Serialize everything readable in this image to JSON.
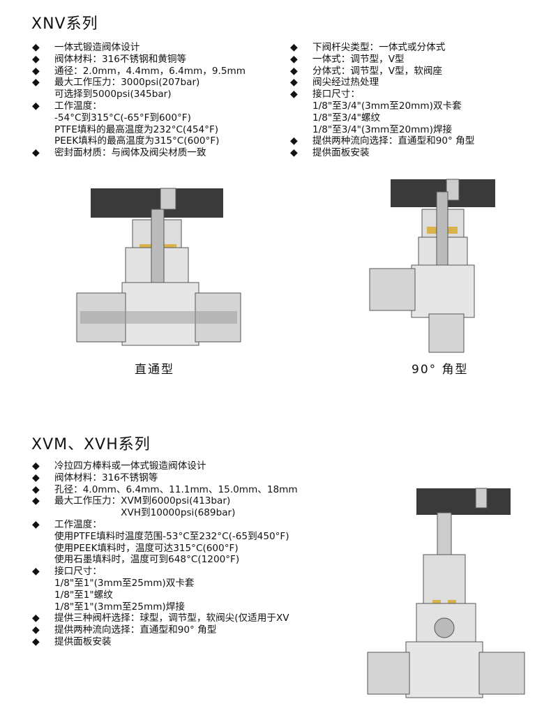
{
  "xnv": {
    "title": "XNV系列",
    "left": [
      {
        "b": true,
        "t": "一体式锻造阀体设计"
      },
      {
        "b": true,
        "t": "阀体材料：316不锈钢和黄铜等"
      },
      {
        "b": true,
        "t": "通径：2.0mm，4.4mm，6.4mm，9.5mm"
      },
      {
        "b": true,
        "t": "最大工作压力：3000psi(207bar)"
      },
      {
        "b": false,
        "t": "可选择到5000psi(345bar)"
      },
      {
        "b": true,
        "t": "工作温度："
      },
      {
        "b": false,
        "t": "-54°C到315°C(-65°F到600°F)"
      },
      {
        "b": false,
        "t": "PTFE填料的最高温度为232°C(454°F)"
      },
      {
        "b": false,
        "t": "PEEK填料的最高温度为315°C(600°F)"
      },
      {
        "b": true,
        "t": "密封面材质：与阀体及阀尖材质一致"
      }
    ],
    "right": [
      {
        "b": true,
        "t": "下阀杆尖类型：一体式或分体式"
      },
      {
        "b": true,
        "t": "一体式：调节型，V型"
      },
      {
        "b": true,
        "t": "分体式：调节型，V型，软阀座"
      },
      {
        "b": true,
        "t": "阀尖经过热处理"
      },
      {
        "b": true,
        "t": "接口尺寸："
      },
      {
        "b": false,
        "t": "1/8\"至3/4\"(3mm至20mm)双卡套"
      },
      {
        "b": false,
        "t": "1/8\"至3/4\"螺纹"
      },
      {
        "b": false,
        "t": "1/8\"至3/4\"(3mm至20mm)焊接"
      },
      {
        "b": true,
        "t": "提供两种流向选择：直通型和90° 角型"
      },
      {
        "b": true,
        "t": "提供面板安装"
      }
    ],
    "caption_straight": "直通型",
    "caption_angle": "90° 角型"
  },
  "xvm": {
    "title": "XVM、XVH系列",
    "items": [
      {
        "b": true,
        "t": "冷拉四方棒料或一体式锻造阀体设计"
      },
      {
        "b": true,
        "t": "阀体材料：316不锈钢等"
      },
      {
        "b": true,
        "t": "孔径：4.0mm、6.4mm、11.1mm、15.0mm、18mm"
      },
      {
        "b": true,
        "t": "最大工作压力：XVM到6000psi(413bar)"
      },
      {
        "b": false,
        "t": "　　　　　　　XVH到10000psi(689bar)"
      },
      {
        "b": true,
        "t": "工作温度："
      },
      {
        "b": false,
        "t": "使用PTFE填料时温度范围-53°C至232°C(-65到450°F)"
      },
      {
        "b": false,
        "t": "使用PEEK填料时，温度可达315°C(600°F)"
      },
      {
        "b": false,
        "t": "使用石墨填料时，温度可到648°C(1200°F)"
      },
      {
        "b": true,
        "t": "接口尺寸："
      },
      {
        "b": false,
        "t": " 1/8\"至1\"(3mm至25mm)双卡套"
      },
      {
        "b": false,
        "t": " 1/8\"至1\"螺纹"
      },
      {
        "b": false,
        "t": " 1/8\"至1\"(3mm至25mm)焊接"
      },
      {
        "b": true,
        "t": "提供三种阀杆选择：球型，调节型，软阀尖(仅适用于XV"
      },
      {
        "b": true,
        "t": "提供两种流向选择：直通型和90° 角型"
      },
      {
        "b": true,
        "t": "提供面板安装"
      }
    ]
  },
  "bullet_glyph": "◆"
}
